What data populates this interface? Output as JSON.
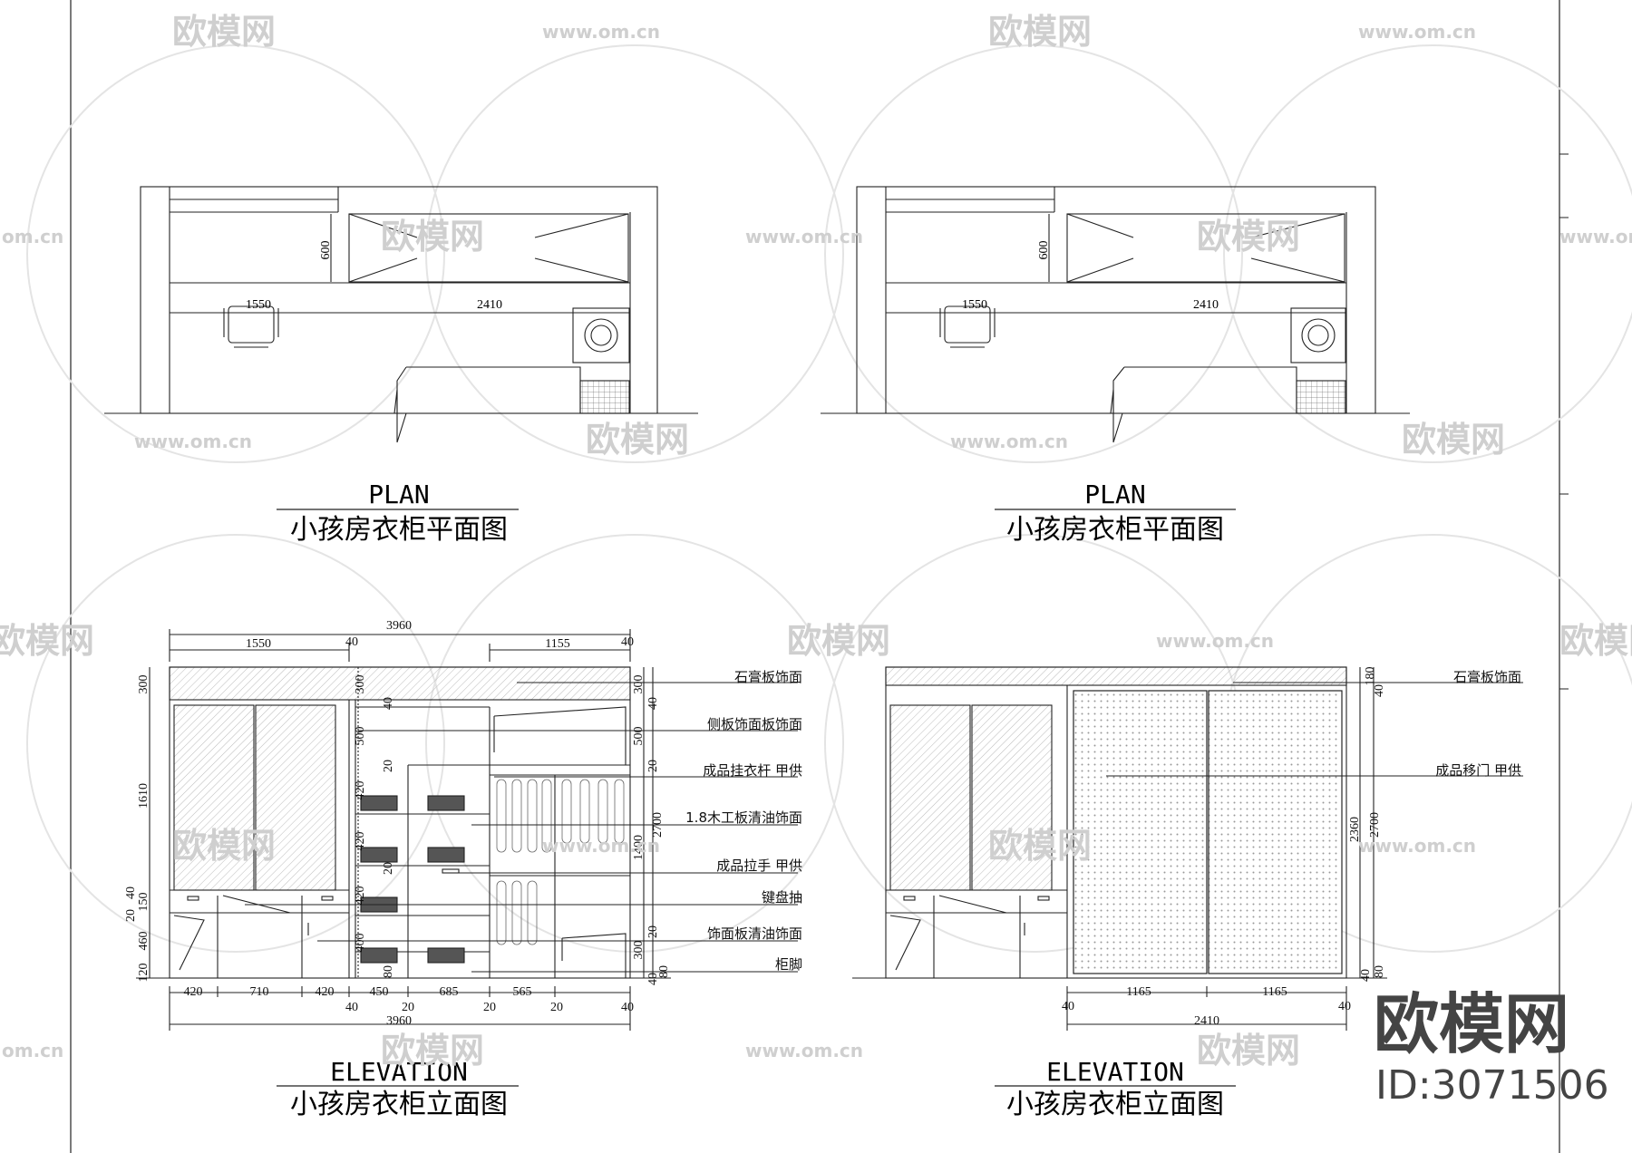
{
  "plans": [
    {
      "title_en": "PLAN",
      "title_cn": "小孩房衣柜平面图",
      "dim_depth": "600",
      "dim_left": "1550",
      "dim_right": "2410"
    },
    {
      "title_en": "PLAN",
      "title_cn": "小孩房衣柜平面图",
      "dim_depth": "600",
      "dim_left": "1550",
      "dim_right": "2410"
    }
  ],
  "elevation_left": {
    "title_en": "ELEVATION",
    "title_cn": "小孩房衣柜立面图",
    "top_total": "3960",
    "top_dims": [
      "1550",
      "40",
      "1155",
      "40"
    ],
    "left_dims": [
      "300",
      "1610",
      "20",
      "40",
      "150",
      "460",
      "120"
    ],
    "mid_dims": [
      "300",
      "40",
      "500",
      "20",
      "420",
      "420",
      "20",
      "420",
      "400",
      "80"
    ],
    "right_dims": [
      "300",
      "40",
      "500",
      "20",
      "2700",
      "1400",
      "20",
      "300",
      "40",
      "80"
    ],
    "bottom_dims": [
      "420",
      "710",
      "420",
      "450",
      "685",
      "565"
    ],
    "bottom_dims_small": [
      "40",
      "20",
      "20",
      "20",
      "40"
    ],
    "bottom_total": "3960",
    "notes": [
      "石膏板饰面",
      "侧板饰面板饰面",
      "成品挂衣杆  甲供",
      "1.8木工板清油饰面",
      "成品拉手  甲供",
      "键盘抽",
      "饰面板清油饰面",
      "柜脚"
    ]
  },
  "elevation_right": {
    "title_en": "ELEVATION",
    "title_cn": "小孩房衣柜立面图",
    "right_dims": [
      "180",
      "40",
      "2360",
      "2700",
      "40",
      "80"
    ],
    "bottom_dims": [
      "40",
      "1165",
      "1165",
      "40"
    ],
    "bottom_total": "2410",
    "notes": [
      "石膏板饰面",
      "成品移门  甲供"
    ]
  },
  "watermark": {
    "brand": "欧模网",
    "url": "www.om.cn",
    "url_short": "om.cn"
  },
  "logo": {
    "brand": "欧模网",
    "id": "ID:3071506"
  }
}
